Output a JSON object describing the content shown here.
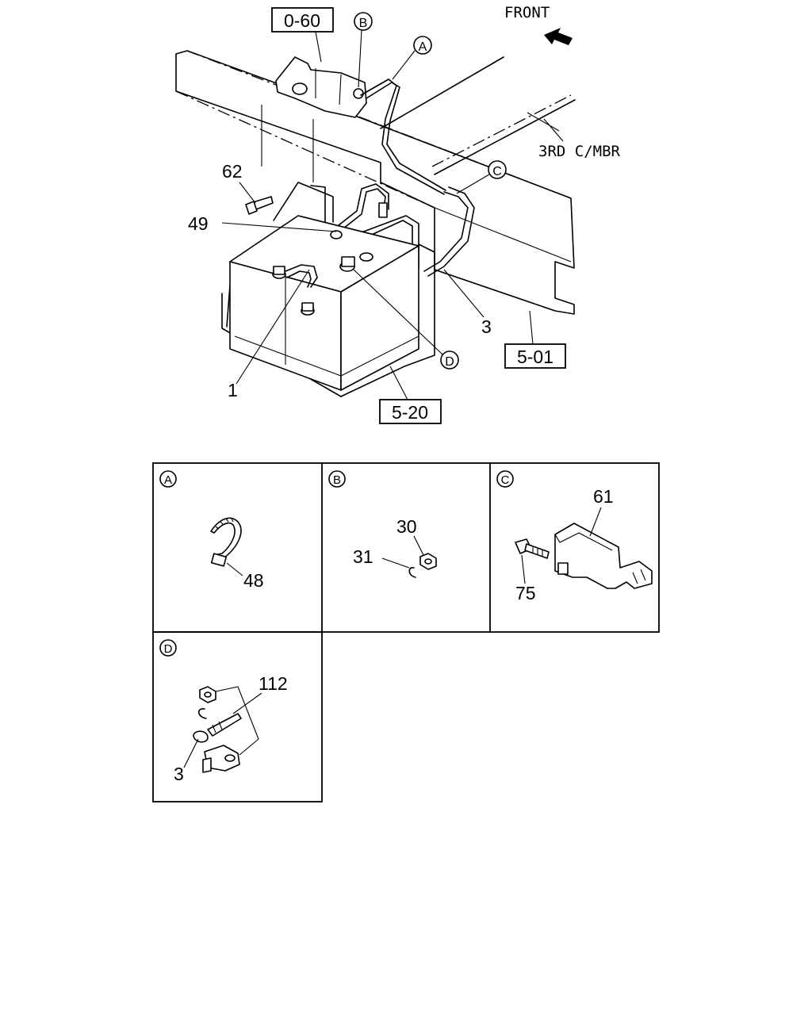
{
  "main_view": {
    "front_label": "FRONT",
    "ref_boxes": {
      "top": "0-60",
      "frame": "5-01",
      "bracket": "5-20"
    },
    "member_label": "3RD C/MBR",
    "callouts": {
      "a": "A",
      "b": "B",
      "c": "C",
      "d": "D"
    },
    "part_numbers": {
      "p62": "62",
      "p49": "49",
      "p1": "1",
      "p3": "3"
    }
  },
  "detail_panels": {
    "a": {
      "letter": "A",
      "parts": [
        "48"
      ]
    },
    "b": {
      "letter": "B",
      "parts": [
        "30",
        "31"
      ]
    },
    "c": {
      "letter": "C",
      "parts": [
        "61",
        "75"
      ]
    },
    "d": {
      "letter": "D",
      "parts": [
        "112",
        "3"
      ]
    }
  }
}
